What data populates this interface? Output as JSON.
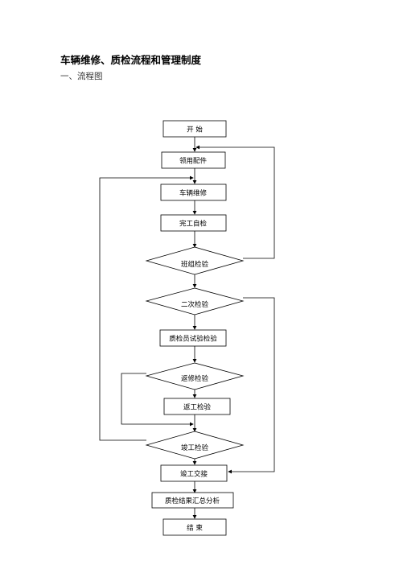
{
  "document": {
    "title": "车辆维修、质检流程和管理制度",
    "section_heading": "一、流程图"
  },
  "flowchart": {
    "nodes": [
      {
        "id": "start",
        "label": "开  始"
      },
      {
        "id": "get-parts",
        "label": "领用配件"
      },
      {
        "id": "repair",
        "label": "车辆维修"
      },
      {
        "id": "self-check",
        "label": "完工自检"
      },
      {
        "id": "team-check",
        "label": "班组检验"
      },
      {
        "id": "qc-check",
        "label": "二次检验"
      },
      {
        "id": "road-test",
        "label": "质检员试验检验"
      },
      {
        "id": "rework-check",
        "label": "返修检验"
      },
      {
        "id": "rework",
        "label": "返工检验"
      },
      {
        "id": "final-check",
        "label": "竣工检验"
      },
      {
        "id": "complete-check",
        "label": "竣工交接"
      },
      {
        "id": "report",
        "label": "质检结果汇总分析"
      },
      {
        "id": "end",
        "label": "结  束"
      }
    ]
  }
}
